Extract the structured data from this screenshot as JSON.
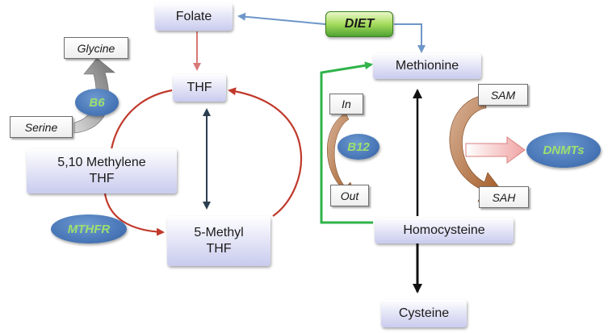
{
  "nodes": {
    "folate": "Folate",
    "diet": "DIET",
    "methionine": "Methionine",
    "glycine": "Glycine",
    "b6": "B6",
    "thf": "THF",
    "serine": "Serine",
    "methylene_thf_line1": "5,10 Methylene",
    "methylene_thf_line2": "THF",
    "mthfr": "MTHFR",
    "methyl_thf_line1": "5-Methyl",
    "methyl_thf_line2": "THF",
    "in": "In",
    "b12": "B12",
    "out": "Out",
    "sam": "SAM",
    "dnmts": "DNMTs",
    "sah": "SAH",
    "homocysteine": "Homocysteine",
    "cysteine": "Cysteine"
  },
  "colors": {
    "red_arrow": "#c0392b",
    "blue_arrow": "#6e96c8",
    "green_arrow": "#2fb34a",
    "black_arrow": "#111111",
    "navy_arrow": "#2c3e50",
    "brown_arrow": "#b5652c",
    "pink_arrow": "#f3b6b6"
  }
}
